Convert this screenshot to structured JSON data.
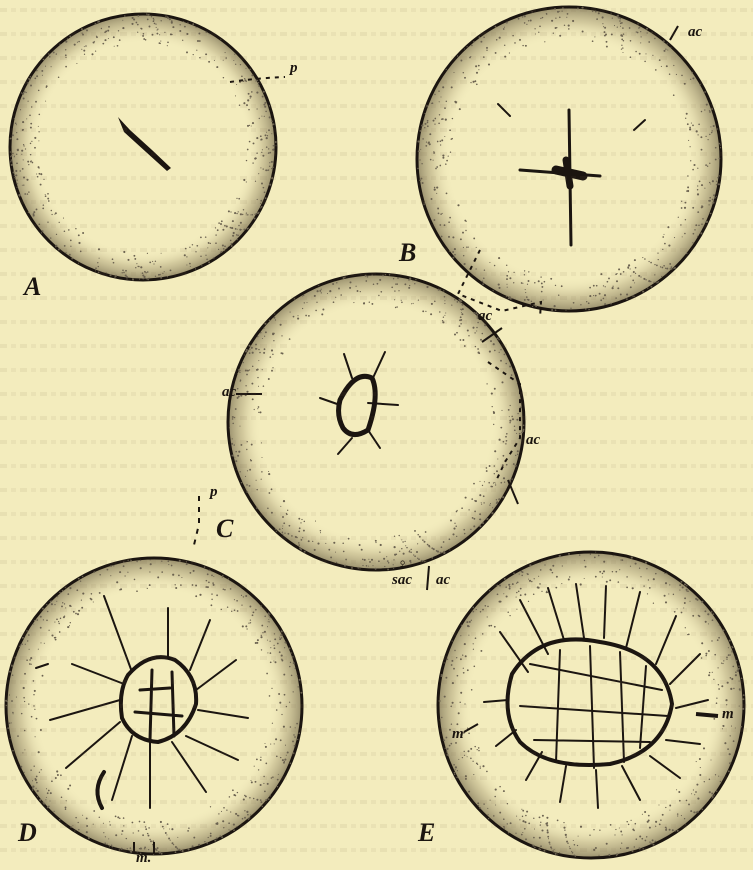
{
  "figure": {
    "panels": [
      {
        "letter": "A",
        "labels": {
          "p": "p"
        }
      },
      {
        "letter": "B",
        "labels": {
          "ac_top": "ac",
          "ac_bottom": "ac"
        }
      },
      {
        "letter": "C",
        "labels": {
          "ac_left": "ac",
          "ac_right": "ac",
          "p": "p",
          "sac_symbol": "♀",
          "sac": "sac",
          "ac_bottom": "ac"
        }
      },
      {
        "letter": "D",
        "labels": {
          "m": "m."
        }
      },
      {
        "letter": "E",
        "labels": {
          "m_left": "m",
          "m_right": "m"
        }
      }
    ],
    "colors": {
      "paper": "#f3ecbd",
      "ink": "#1b1510",
      "stipple": "#6b6250"
    }
  }
}
